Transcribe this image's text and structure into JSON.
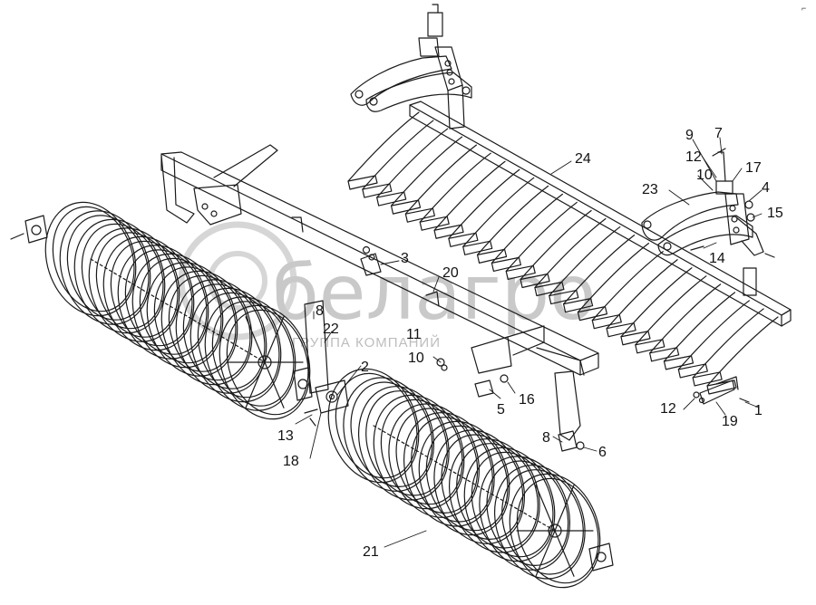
{
  "watermark": {
    "brand": "белагро",
    "subtitle": "ГРУППА КОМПАНИЙ"
  },
  "corner_mark": "⌐",
  "colors": {
    "line": "#1a1a1a",
    "watermark": "#c9c9c9",
    "background": "#ffffff"
  },
  "callouts": [
    {
      "id": "1",
      "text": "1"
    },
    {
      "id": "2",
      "text": "2"
    },
    {
      "id": "3",
      "text": "3"
    },
    {
      "id": "4",
      "text": "4"
    },
    {
      "id": "5",
      "text": "5"
    },
    {
      "id": "6",
      "text": "6"
    },
    {
      "id": "7",
      "text": "7"
    },
    {
      "id": "8a",
      "text": "8"
    },
    {
      "id": "8b",
      "text": "8"
    },
    {
      "id": "9",
      "text": "9"
    },
    {
      "id": "10a",
      "text": "10"
    },
    {
      "id": "10b",
      "text": "10"
    },
    {
      "id": "11",
      "text": "11"
    },
    {
      "id": "12a",
      "text": "12"
    },
    {
      "id": "12b",
      "text": "12"
    },
    {
      "id": "13",
      "text": "13"
    },
    {
      "id": "14",
      "text": "14"
    },
    {
      "id": "15",
      "text": "15"
    },
    {
      "id": "16",
      "text": "16"
    },
    {
      "id": "17",
      "text": "17"
    },
    {
      "id": "18",
      "text": "18"
    },
    {
      "id": "19",
      "text": "19"
    },
    {
      "id": "20",
      "text": "20"
    },
    {
      "id": "21",
      "text": "21"
    },
    {
      "id": "22",
      "text": "22"
    },
    {
      "id": "23",
      "text": "23"
    },
    {
      "id": "24",
      "text": "24"
    }
  ]
}
